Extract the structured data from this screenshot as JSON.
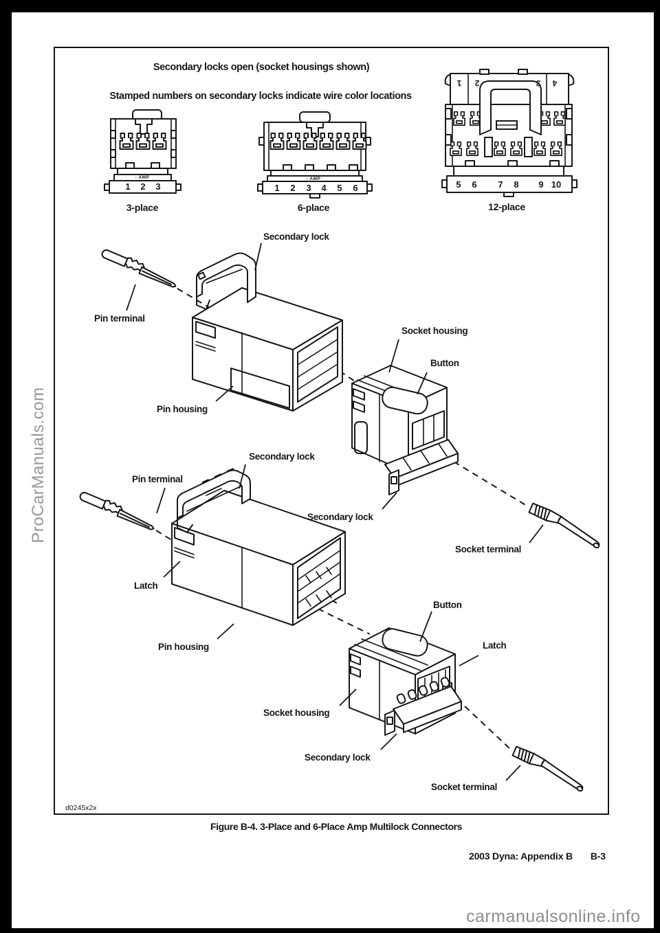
{
  "page": {
    "figure_code": "d0245x2x",
    "caption": "Figure B-4. 3-Place and 6-Place Amp Multilock Connectors",
    "footer": {
      "manual": "2003 Dyna: Appendix B",
      "page_number": "B-3"
    },
    "watermark_left": "ProCarManuals.com",
    "watermark_bottom": "carmanualsonline.info"
  },
  "figure": {
    "heading_1": "Secondary locks open (socket housings shown)",
    "heading_2": "Stamped numbers on secondary locks indicate wire color locations",
    "connectors": {
      "three_place": {
        "label": "3-place",
        "amp_marking": "- AMP",
        "numbers": [
          "1",
          "2",
          "3"
        ]
      },
      "six_place": {
        "label": "6-place",
        "amp_marking": "- AMP",
        "numbers": [
          "1",
          "2",
          "3",
          "4",
          "5",
          "6"
        ]
      },
      "twelve_place": {
        "label": "12-place",
        "top_numbers": [
          "1",
          "2",
          "3",
          "4"
        ],
        "bottom_numbers": [
          "5",
          "6",
          "7",
          "8",
          "9",
          "10"
        ]
      }
    },
    "callouts": {
      "secondary_lock_1": "Secondary lock",
      "pin_terminal_1": "Pin terminal",
      "socket_housing_1": "Socket housing",
      "button_1": "Button",
      "pin_housing_1": "Pin housing",
      "secondary_lock_2": "Secondary lock",
      "pin_terminal_2": "Pin terminal",
      "secondary_lock_3": "Secondary lock",
      "socket_terminal_1": "Socket terminal",
      "latch_1": "Latch",
      "button_2": "Button",
      "pin_housing_2": "Pin housing",
      "latch_2": "Latch",
      "socket_housing_2": "Socket housing",
      "secondary_lock_4": "Secondary lock",
      "socket_terminal_2": "Socket terminal"
    }
  },
  "colors": {
    "line": "#161616",
    "page_background": "#ffffff",
    "scan_edge": "#000000",
    "watermark_side": "#97979a",
    "watermark_bottom": "#8d8d8f"
  }
}
